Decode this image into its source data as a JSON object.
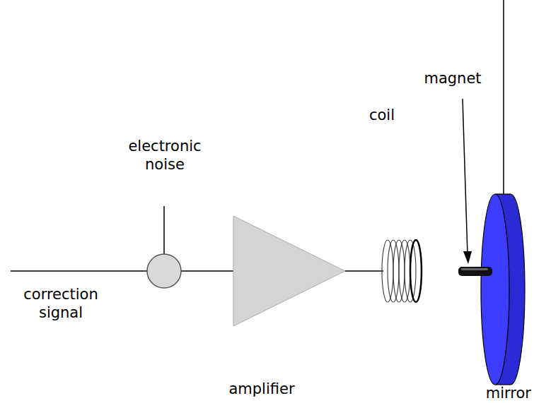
{
  "diagram": {
    "labels": [
      "electronic noise",
      "magnet",
      "coil",
      "correction signal",
      "amplifier",
      "mirror"
    ]
  }
}
